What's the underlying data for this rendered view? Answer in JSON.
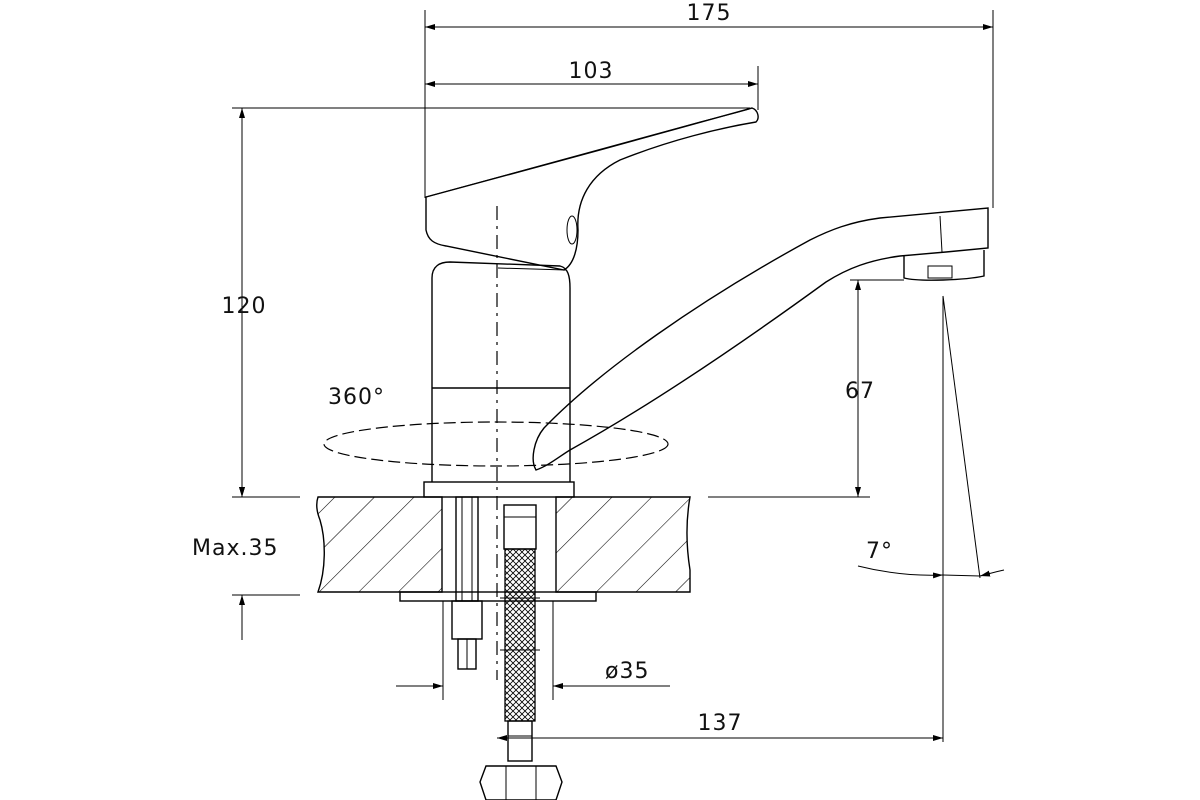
{
  "dimensions": {
    "overall_length": "175",
    "handle_length": "103",
    "overall_height": "120",
    "spout_height": "67",
    "rotation": "360°",
    "max_thickness": "Max.35",
    "angle": "7°",
    "hole_diameter": "ø35",
    "spout_reach": "137"
  }
}
